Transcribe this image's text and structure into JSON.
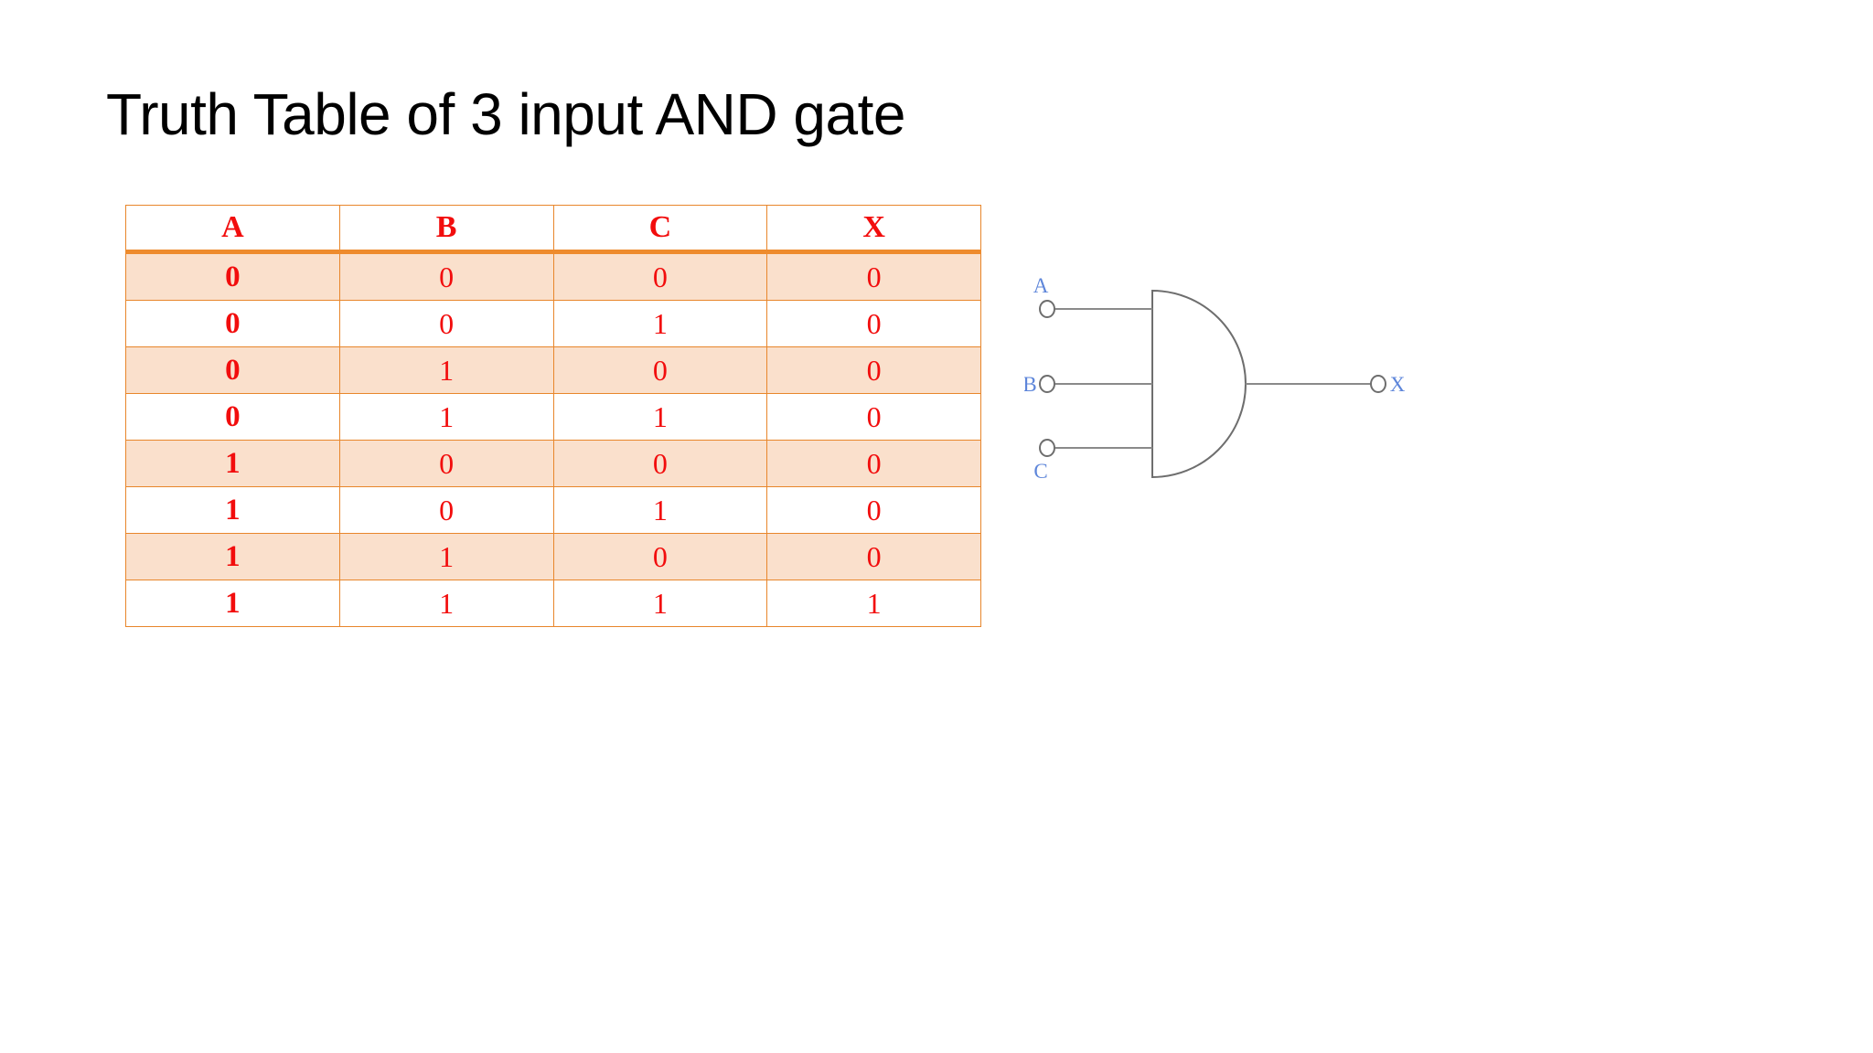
{
  "slide": {
    "title": "Truth Table of 3 input AND gate",
    "background_color": "#FFFFFF"
  },
  "colors": {
    "title_text": "#000000",
    "table_text": "#F20D0D",
    "table_border": "#E8862B",
    "table_header_rule": "#EE8B2D",
    "table_band": "#FAE0CC",
    "table_row_alt": "#FFFFFF",
    "gate_label": "#5E86DA",
    "gate_outline": "#6E6E6E"
  },
  "truth_table": {
    "name": "3-input-and-gate-truth-table",
    "columns": [
      "A",
      "B",
      "C",
      "X"
    ],
    "rows": [
      {
        "A": "0",
        "B": "0",
        "C": "0",
        "X": "0"
      },
      {
        "A": "0",
        "B": "0",
        "C": "1",
        "X": "0"
      },
      {
        "A": "0",
        "B": "1",
        "C": "0",
        "X": "0"
      },
      {
        "A": "0",
        "B": "1",
        "C": "1",
        "X": "0"
      },
      {
        "A": "1",
        "B": "0",
        "C": "0",
        "X": "0"
      },
      {
        "A": "1",
        "B": "0",
        "C": "1",
        "X": "0"
      },
      {
        "A": "1",
        "B": "1",
        "C": "0",
        "X": "0"
      },
      {
        "A": "1",
        "B": "1",
        "C": "1",
        "X": "1"
      }
    ]
  },
  "gate": {
    "type": "AND",
    "inputs": [
      "A",
      "B",
      "C"
    ],
    "output": "X",
    "labels": {
      "input_a": "A",
      "input_b": "B",
      "input_c": "C",
      "output_x": "X"
    }
  }
}
